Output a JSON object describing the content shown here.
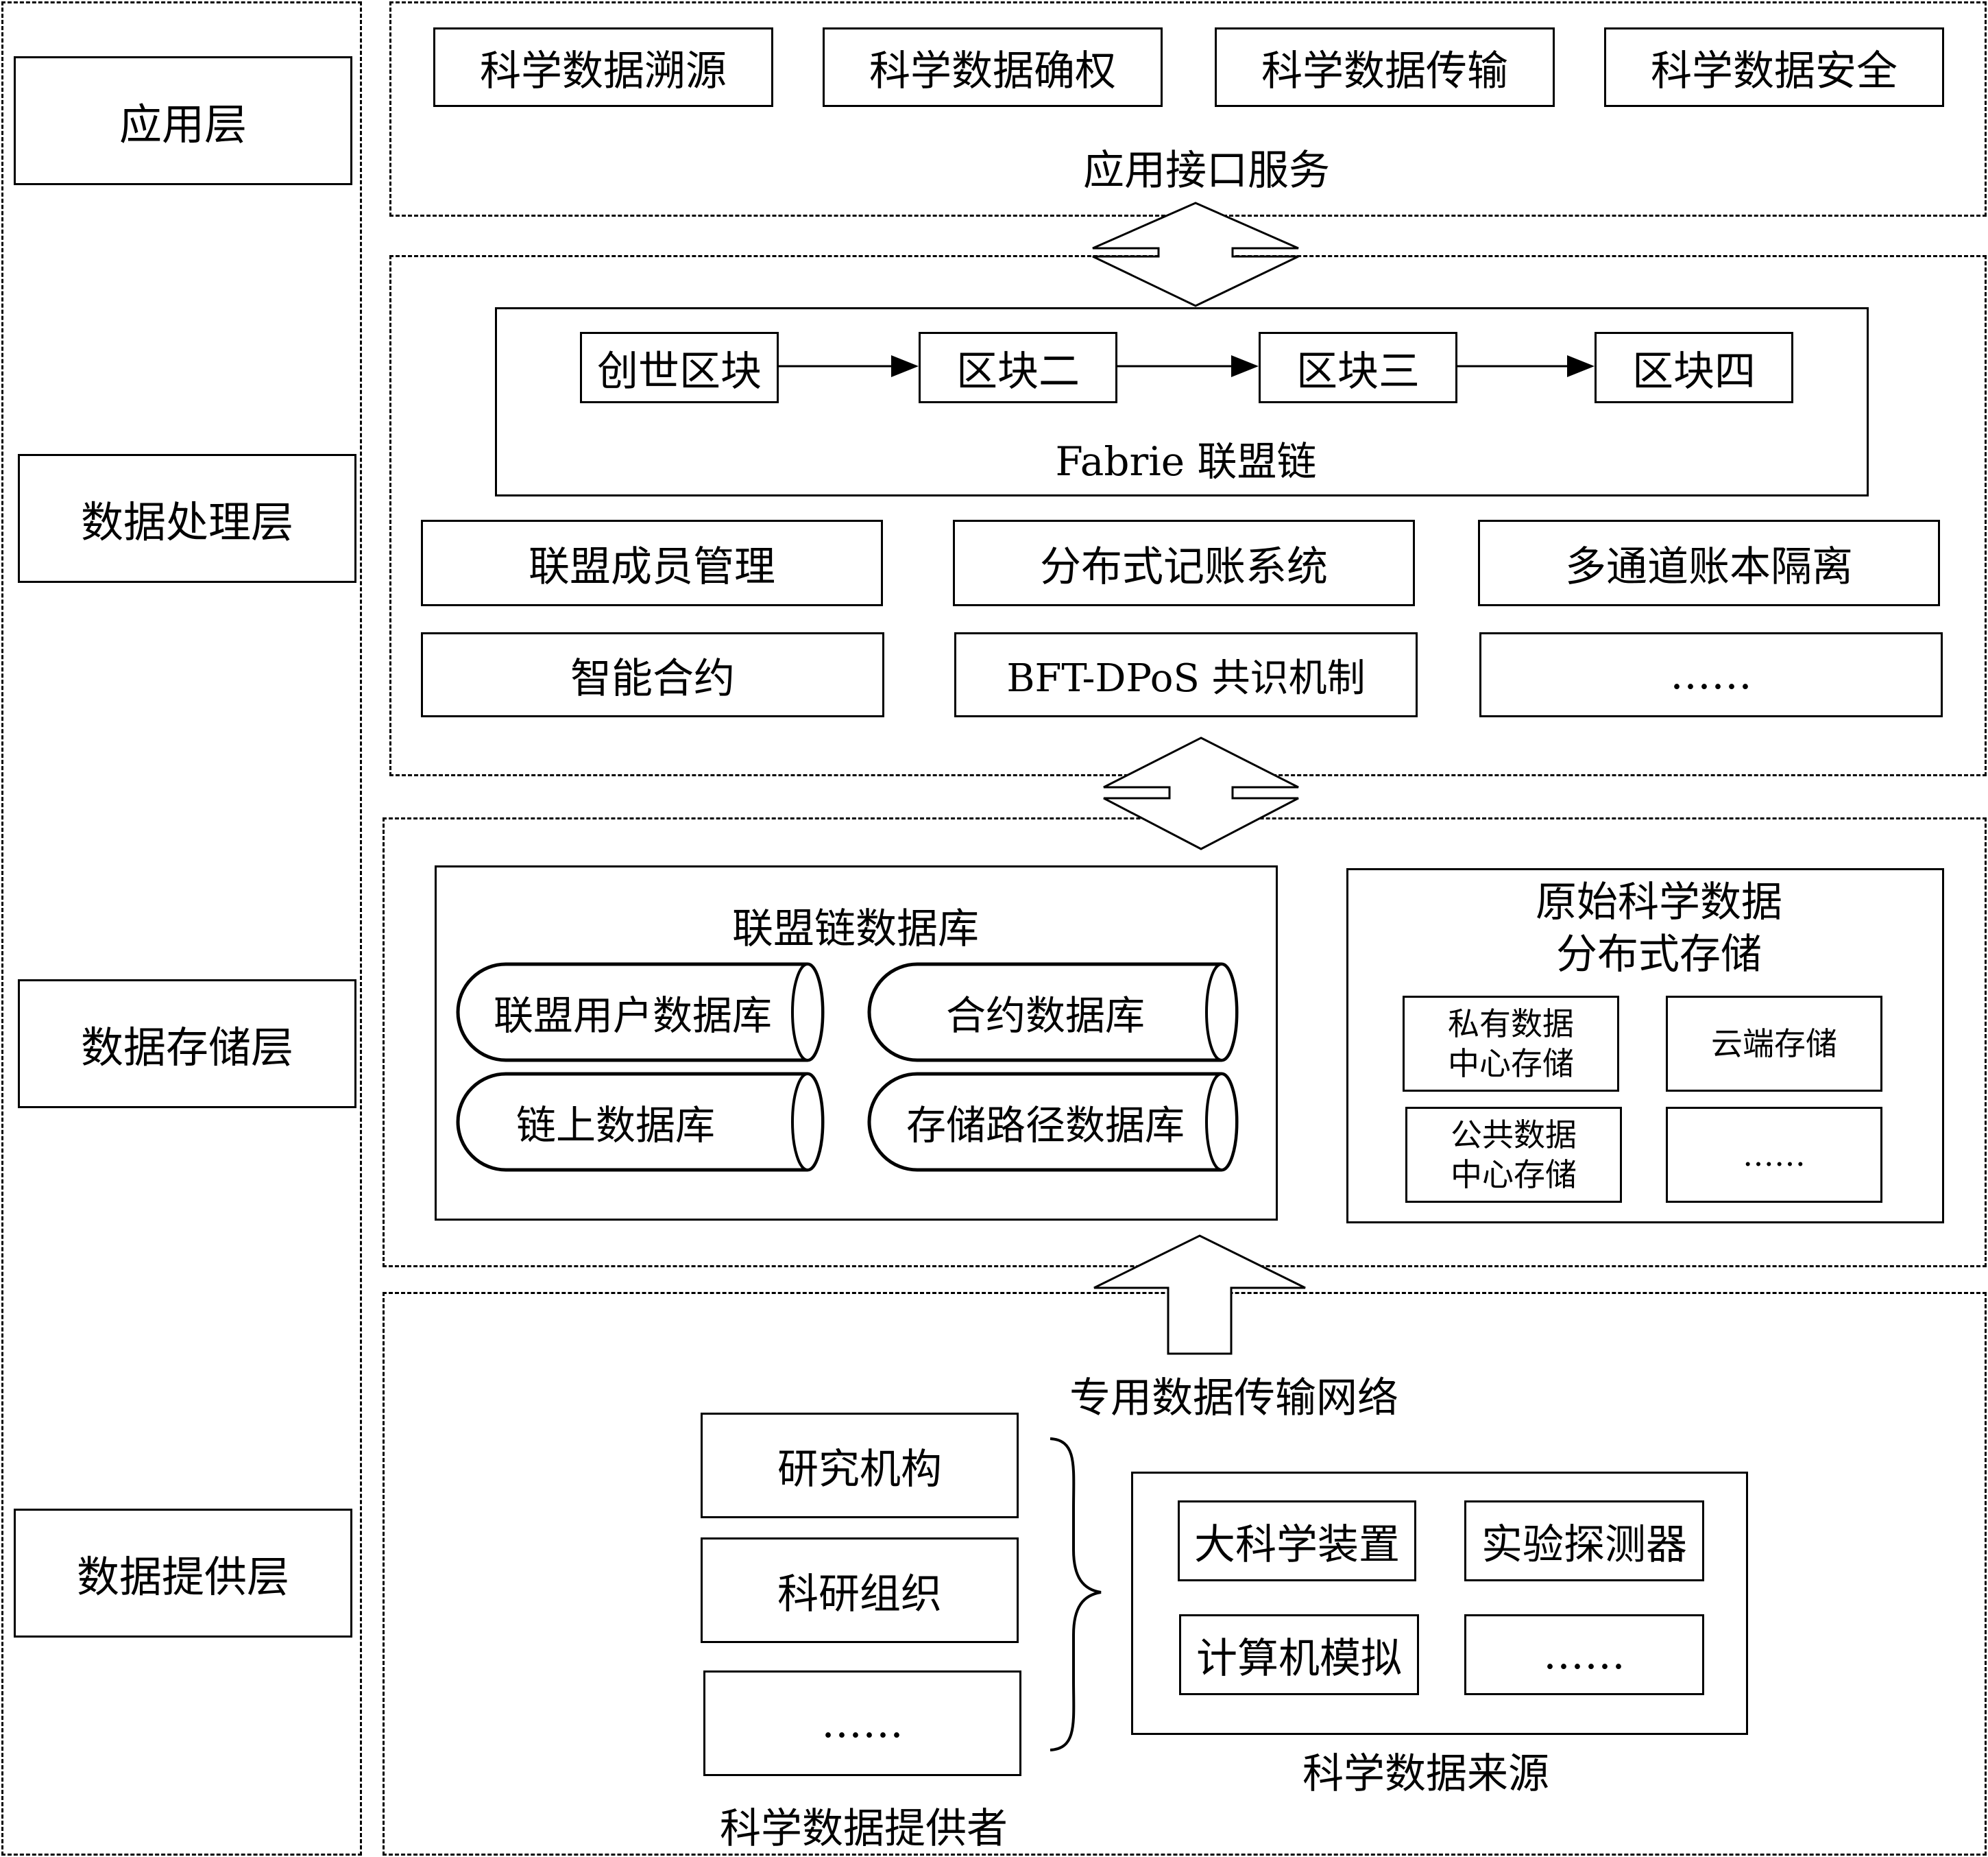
{
  "layers": {
    "application": "应用层",
    "processing": "数据处理层",
    "storage": "数据存储层",
    "provider": "数据提供层"
  },
  "application": {
    "items": [
      "科学数据溯源",
      "科学数据确权",
      "科学数据传输",
      "科学数据安全"
    ],
    "caption": "应用接口服务"
  },
  "processing": {
    "blocks": [
      "创世区块",
      "区块二",
      "区块三",
      "区块四"
    ],
    "chain_caption": "Fabrie 联盟链",
    "modules": [
      "联盟成员管理",
      "分布式记账系统",
      "多通道账本隔离",
      "智能合约",
      "BFT-DPoS 共识机制",
      "……"
    ]
  },
  "storage": {
    "consortium_db": {
      "title": "联盟链数据库",
      "items": [
        "联盟用户数据库",
        "合约数据库",
        "链上数据库",
        "存储路径数据库"
      ]
    },
    "raw_storage": {
      "title_line1": "原始科学数据",
      "title_line2": "分布式存储",
      "private_line1": "私有数据",
      "private_line2": "中心存储",
      "cloud": "云端存储",
      "public_line1": "公共数据",
      "public_line2": "中心存储",
      "more": "……"
    }
  },
  "provider": {
    "network": "专用数据传输网络",
    "providers": [
      "研究机构",
      "科研组织",
      "……"
    ],
    "providers_caption": "科学数据提供者",
    "sources": [
      "大科学装置",
      "实验探测器",
      "计算机模拟",
      "……"
    ],
    "sources_caption": "科学数据来源"
  }
}
